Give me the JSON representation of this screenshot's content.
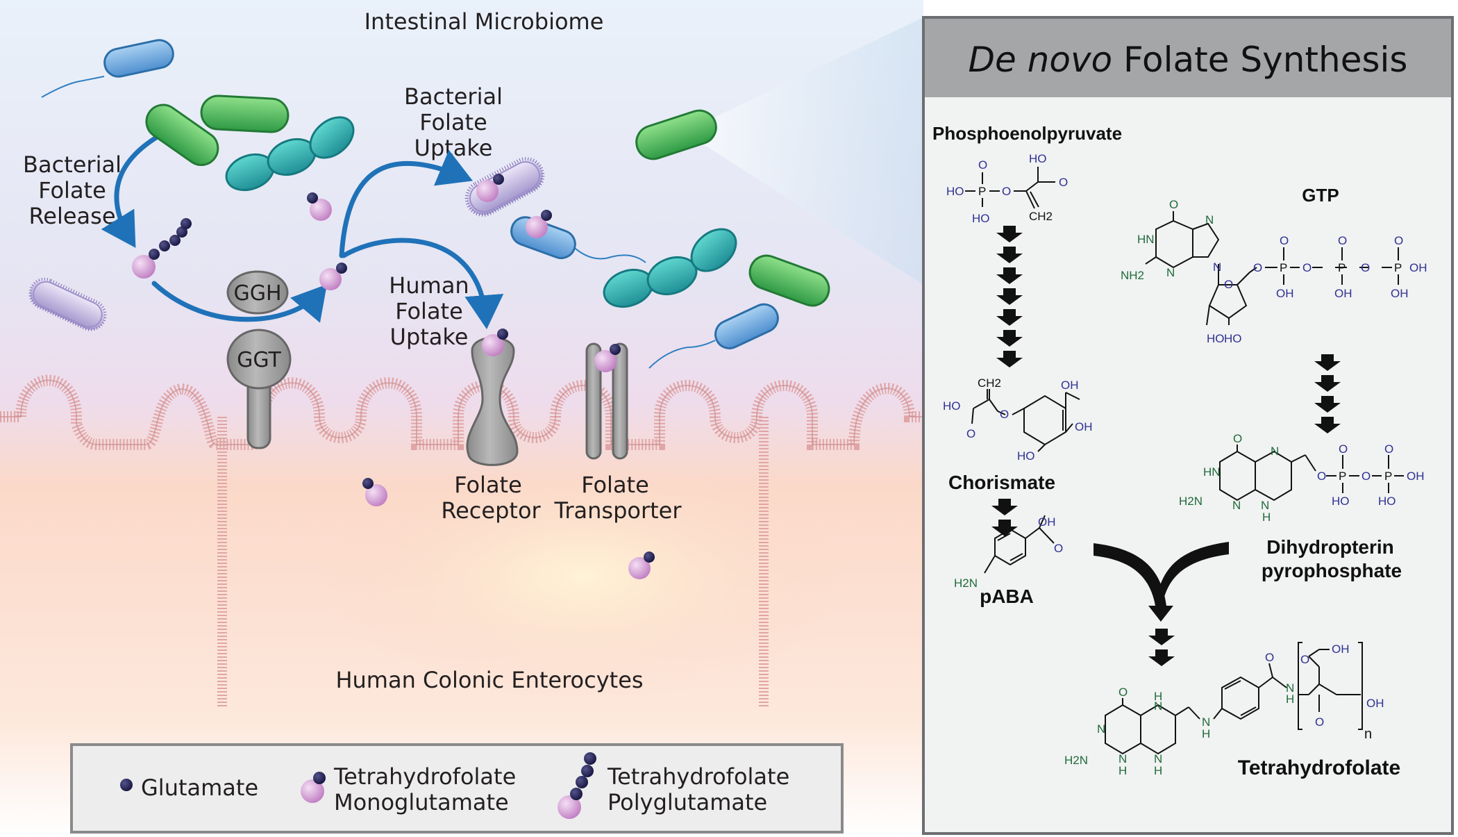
{
  "left_panel": {
    "title_top": "Intestinal Microbiome",
    "title_bottom": "Human Colonic Enterocytes",
    "labels": {
      "bacterial_release": [
        "Bacterial",
        "Folate",
        "Release"
      ],
      "bacterial_uptake": [
        "Bacterial",
        "Folate",
        "Uptake"
      ],
      "human_uptake": [
        "Human",
        "Folate",
        "Uptake"
      ],
      "folate_receptor": [
        "Folate",
        "Receptor"
      ],
      "folate_transporter": [
        "Folate",
        "Transporter"
      ]
    },
    "enzymes": {
      "ggh": "GGH",
      "ggt": "GGT"
    }
  },
  "legend": {
    "glutamate": "Glutamate",
    "mono": [
      "Tetrahydrofolate",
      "Monoglutamate"
    ],
    "poly": [
      "Tetrahydrofolate",
      "Polyglutamate"
    ]
  },
  "right_panel": {
    "title_italic": "De novo",
    "title_rest": " Folate Synthesis",
    "compounds": {
      "pep": "Phosphoenolpyruvate",
      "gtp": "GTP",
      "chorismate": "Chorismate",
      "paba": "pABA",
      "dhpp": [
        "Dihydropterin",
        "pyrophosphate"
      ],
      "thf": "Tetrahydrofolate"
    },
    "atoms": {
      "pep_ho1": "HO",
      "pep_ho2": "HO",
      "pep_ho3": "HO",
      "pep_o1": "O",
      "pep_o2": "O",
      "pep_o3": "O",
      "pep_ch2": "CH2",
      "pep_p": "P",
      "ch_ch2": "CH2",
      "ch_ho1": "HO",
      "ch_ho2": "HO",
      "ch_o1": "O",
      "ch_o2": "O",
      "ch_oh1": "OH",
      "ch_oh2": "OH",
      "pa_oh": "OH",
      "pa_o": "O",
      "pa_h2n": "H2N",
      "gtp_o": "O",
      "gtp_hn": "HN",
      "gtp_n1": "N",
      "gtp_n2": "N",
      "gtp_n3": "N",
      "gtp_nh2": "NH2",
      "gtp_ring_o": "O",
      "gtp_ho1": "HO",
      "gtp_ho2": "HO",
      "gtp_o1": "O",
      "gtp_o2": "O",
      "gtp_o3": "O",
      "gtp_p1": "P",
      "gtp_p2": "P",
      "gtp_p3": "P",
      "gtp_oh": "OH",
      "gtp_ob1": "OH",
      "gtp_ob2": "OH",
      "gtp_ob3": "OH",
      "gtp_od1": "O",
      "gtp_od2": "O",
      "gtp_od3": "O",
      "dh_o": "O",
      "dh_hn": "HN",
      "dh_n1": "N",
      "dh_n2": "N",
      "dh_n3": "N",
      "dh_h2n": "H2N",
      "dh_h": "H",
      "dh_o1": "O",
      "dh_o2": "O",
      "dh_o3": "O",
      "dh_o4": "O",
      "dh_p1": "P",
      "dh_p2": "P",
      "dh_oh": "OH",
      "dh_ho1": "HO",
      "dh_ho2": "HO",
      "th_o": "O",
      "th_n1": "N",
      "th_n2": "N",
      "th_n3": "N",
      "th_n4": "N",
      "th_h1": "H",
      "th_h2": "H",
      "th_h3": "H",
      "th_h4": "H",
      "th_h2n": "H2N",
      "th_nh": "N",
      "th_nh_h": "H",
      "th_amide_o": "O",
      "th_amide_n": "N",
      "th_amide_h": "H",
      "th_oh1": "OH",
      "th_oh2": "OH",
      "th_o2": "O",
      "th_o3": "O",
      "th_n": "n"
    }
  },
  "colors": {
    "arrow_blue": "#1f72b8",
    "glutamate": "#1c1b4e",
    "folate_pink": "#d9a6d9",
    "membrane": "#e4a3a3",
    "panel_header": "#a5a6a8",
    "panel_bg": "#f1f2f2",
    "chem_blue": "#2e3192",
    "chem_green": "#1f6b3a"
  }
}
